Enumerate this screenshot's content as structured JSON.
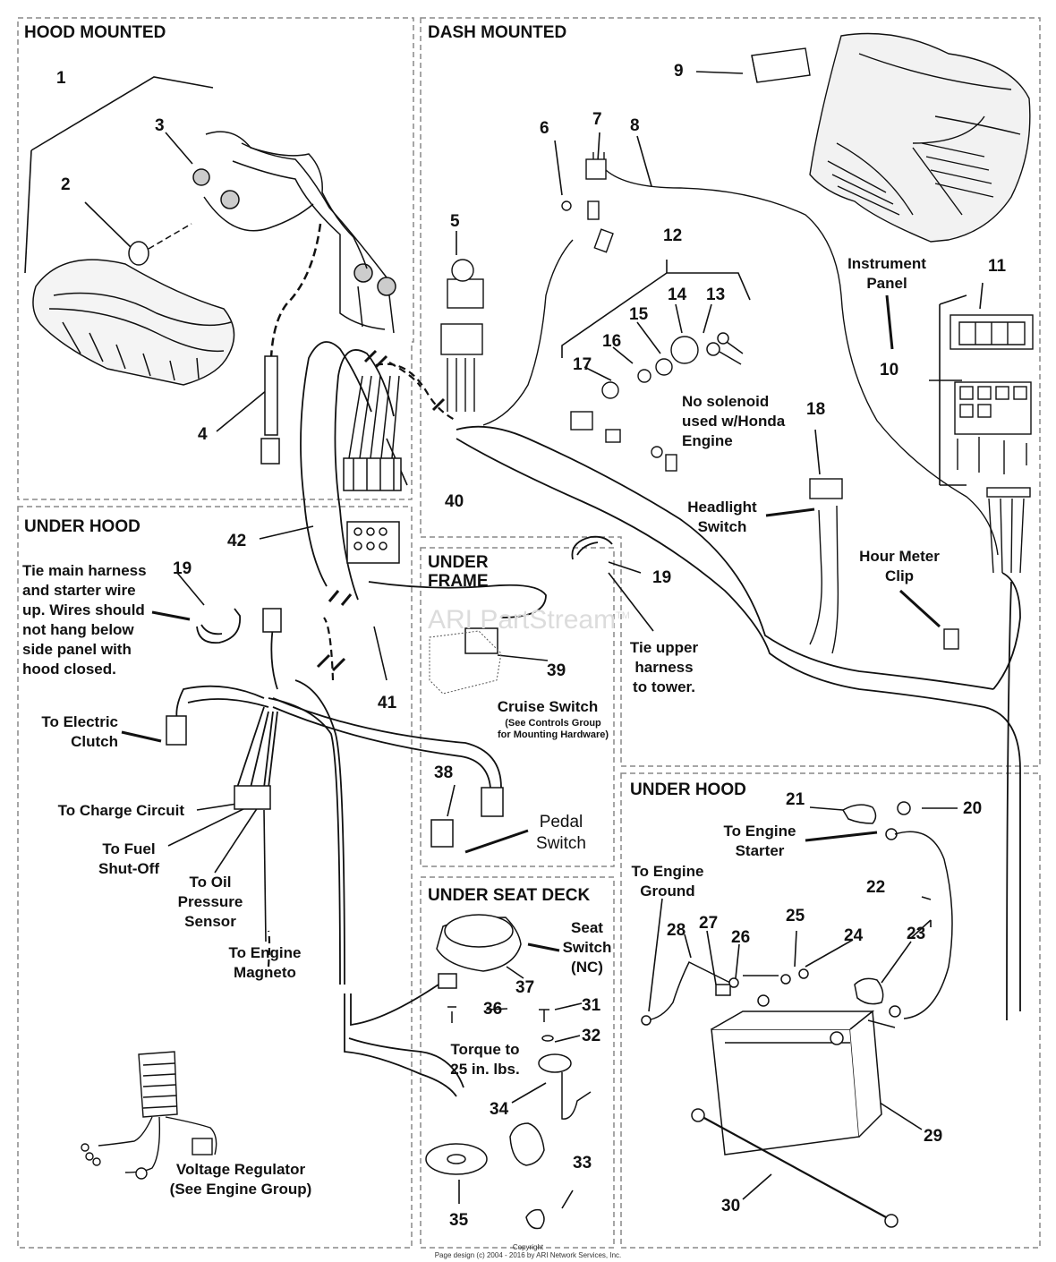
{
  "sections": {
    "hood_mounted": "HOOD MOUNTED",
    "dash_mounted": "DASH MOUNTED",
    "under_hood_left": "UNDER HOOD",
    "under_frame_1": "UNDER",
    "under_frame_2": "FRAME",
    "under_hood_right": "UNDER HOOD",
    "under_seat_deck": "UNDER SEAT DECK"
  },
  "callouts": [
    "1",
    "2",
    "3",
    "4",
    "5",
    "6",
    "7",
    "8",
    "9",
    "10",
    "11",
    "12",
    "13",
    "14",
    "15",
    "16",
    "17",
    "18",
    "19",
    "19",
    "20",
    "21",
    "22",
    "23",
    "24",
    "25",
    "26",
    "27",
    "28",
    "29",
    "30",
    "31",
    "32",
    "33",
    "34",
    "35",
    "36",
    "37",
    "38",
    "39",
    "40",
    "41",
    "42"
  ],
  "notes": {
    "instrument_panel": [
      "Instrument",
      "Panel"
    ],
    "no_solenoid": [
      "No solenoid",
      "used w/Honda",
      "Engine"
    ],
    "headlight_switch": [
      "Headlight",
      "Switch"
    ],
    "hour_meter_clip": [
      "Hour Meter",
      "Clip"
    ],
    "tie_main_harness": [
      "Tie main harness",
      "and starter wire",
      "up. Wires should",
      "not hang below",
      "side panel with",
      "hood closed."
    ],
    "tie_upper_harness": [
      "Tie upper",
      "harness",
      "to tower."
    ],
    "to_electric_clutch": [
      "To Electric",
      "Clutch"
    ],
    "cruise_switch": "Cruise Switch",
    "cruise_switch_note": [
      "(See Controls Group",
      "for Mounting Hardware)"
    ],
    "to_charge_circuit": "To Charge Circuit",
    "to_fuel_shutoff": [
      "To Fuel",
      "Shut-Off"
    ],
    "to_oil_pressure": [
      "To Oil",
      "Pressure",
      "Sensor"
    ],
    "to_engine_magneto": [
      "To Engine",
      "Magneto"
    ],
    "pedal_switch": [
      "Pedal",
      "Switch"
    ],
    "to_engine_starter": [
      "To Engine",
      "Starter"
    ],
    "to_engine_ground": [
      "To Engine",
      "Ground"
    ],
    "seat_switch": [
      "Seat",
      "Switch",
      "(NC)"
    ],
    "torque": [
      "Torque to",
      "25 in. lbs."
    ],
    "voltage_regulator": [
      "Voltage Regulator",
      "(See Engine Group)"
    ]
  },
  "watermark": "ARI PartStream",
  "watermark_tm": "TM",
  "footer": [
    "Copyright",
    "Page design (c) 2004 - 2016 by ARI Network Services, Inc."
  ],
  "colors": {
    "line": "#111111",
    "dash": "#888888",
    "fill": "#ffffff",
    "shade": "#9a9a9a"
  }
}
